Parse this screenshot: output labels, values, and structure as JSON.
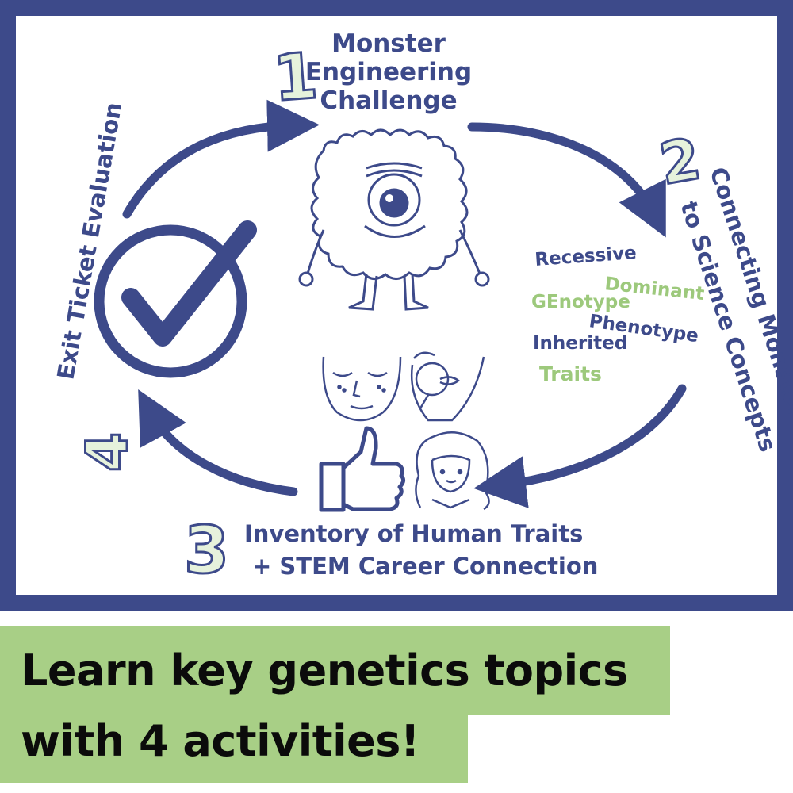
{
  "steps": {
    "s1": {
      "number": "1",
      "line1": "Monster",
      "line2": "Engineering",
      "line3": "Challenge"
    },
    "s2": {
      "number": "2",
      "line1": "Connecting Monster",
      "line2": "to Science Concepts"
    },
    "s3": {
      "number": "3",
      "line1": "Inventory of Human Traits",
      "line2": "+ STEM Career Connection"
    },
    "s4": {
      "number": "4",
      "line1": "Exit Ticket Evaluation"
    }
  },
  "concepts": [
    "Recessive",
    "Dominant",
    "GEnotype",
    "Phenotype",
    "Inherited",
    "Traits"
  ],
  "caption": {
    "line1": "Learn key genetics topics",
    "line2": "with 4 activities!"
  },
  "colors": {
    "navy": "#3d4a8a",
    "green": "#9dc97c",
    "caption_bg": "#a8cf86"
  },
  "icons": [
    "monster-icon",
    "checkmark-circle-icon",
    "face-freckles-icon",
    "face-tongue-roll-icon",
    "thumbs-up-icon",
    "curly-hair-face-icon"
  ]
}
